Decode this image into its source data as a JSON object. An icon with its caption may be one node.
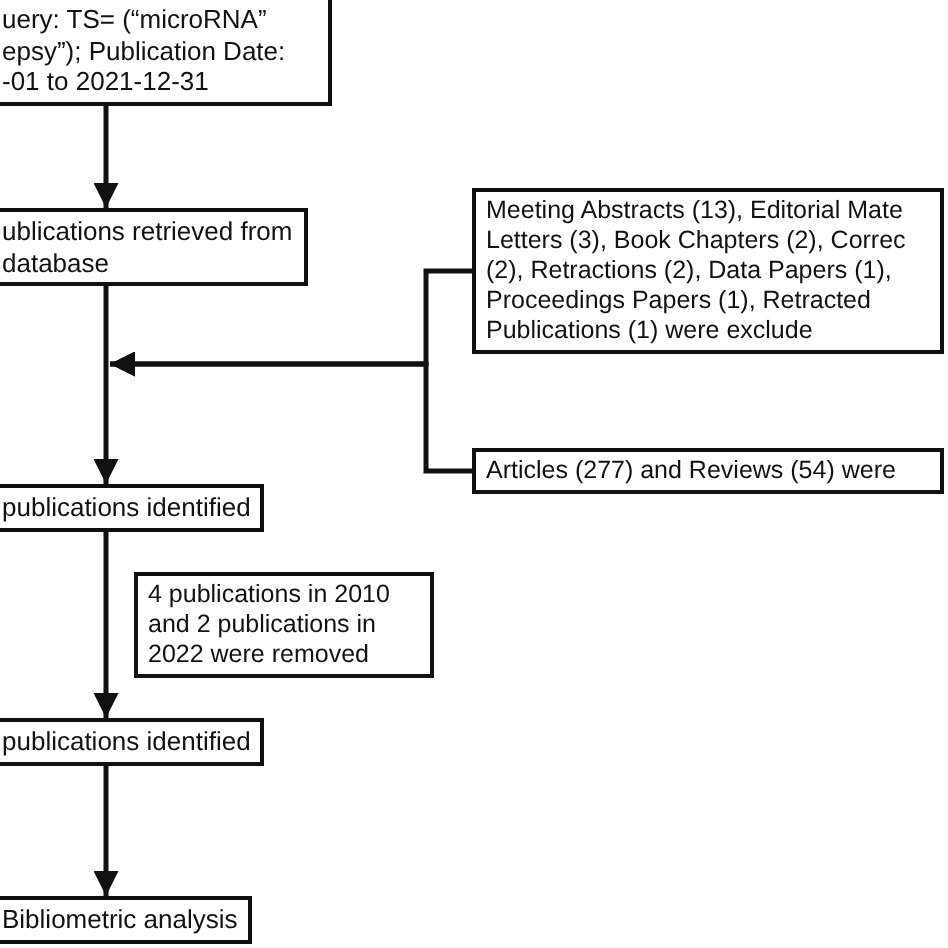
{
  "diagram": {
    "nodes": [
      {
        "text": [
          "uery: TS= (“microRNA” epsy”); Publication Date: -01 to 2021-12-31"
        ]
      },
      {
        "text": [
          "ublications retrieved from database"
        ]
      },
      {
        "text": [
          "publications identified"
        ]
      },
      {
        "text": [
          "4 publications in 2010 and 2 publications in 2022 were removed"
        ]
      },
      {
        "text": [
          "publications identified"
        ]
      },
      {
        "text": [
          "Bibliometric analysis"
        ]
      },
      {
        "text": [
          "Meeting Abstracts (13), Editorial Mate Letters (3), Book Chapters (2), Correc (2), Retractions (2), Data Papers (1), Proceedings Papers (1), Retracted Publications (1) were exclude"
        ]
      },
      {
        "text": [
          "Articles (277) and Reviews (54) were"
        ]
      }
    ],
    "edges": [
      {
        "from": 0,
        "to": 1,
        "arrow": "to"
      },
      {
        "from": 1,
        "to": 2,
        "arrow": "to"
      },
      {
        "from": 2,
        "to": 4,
        "arrow": "to"
      },
      {
        "from": 4,
        "to": 5,
        "arrow": "to"
      },
      {
        "from": 6,
        "to": null,
        "arrow": "to"
      },
      {
        "from": 7,
        "to": null,
        "arrow": "to"
      }
    ]
  }
}
